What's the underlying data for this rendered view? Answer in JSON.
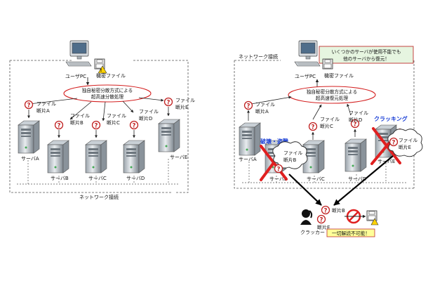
{
  "left": {
    "user_pc": "ユーザPC",
    "secret_file": "機密ファイル",
    "process_line1": "独自秘密分散方式による",
    "process_line2": "超高速分散処理",
    "network_label": "ネットワーク接続",
    "fragments": [
      "ファイル",
      "断片A",
      "ファイル",
      "断片B",
      "ファイル",
      "断片C",
      "ファイル",
      "断片D",
      "ファイル",
      "断片E"
    ],
    "servers": [
      "サーバA",
      "サーバB",
      "サーバC",
      "サーバD",
      "サーバE"
    ]
  },
  "right": {
    "network_label": "ネットワーク接続",
    "callout_line1": "いくつかのサーバが使用不能でも",
    "callout_line2": "他のサーバから復元！",
    "user_pc": "ユーザPC",
    "secret_file": "機密ファイル",
    "process_line1": "独自秘密分散方式による",
    "process_line2": "超高速復元処理",
    "fragments": [
      "ファイル",
      "断片A",
      "ファイル",
      "断片C",
      "ファイル",
      "断片D"
    ],
    "servers": [
      "サーバA",
      "サーバB",
      "サーバC",
      "サーバD",
      "サーバE"
    ],
    "destroy_label": "破壊・盗難",
    "cracking_label": "クラッキング",
    "cloud_b": [
      "ファイル",
      "断片B"
    ],
    "cloud_e": [
      "ファイル",
      "断片E"
    ],
    "cracker_label": "クラッカー",
    "stolen_b": "断片B",
    "stolen_e": "断片E",
    "result": "一切解読不可能！"
  },
  "colors": {
    "red": "#d42020",
    "blue": "#1a3fd6",
    "yellow_box": "#ffff99",
    "green_box": "#e6f5e0"
  }
}
